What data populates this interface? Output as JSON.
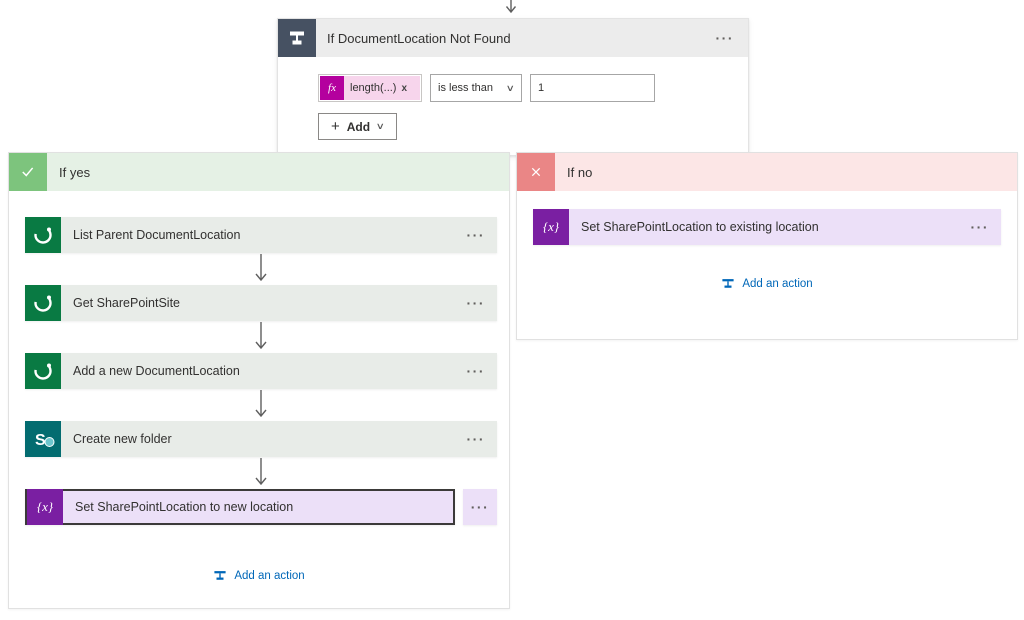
{
  "condition": {
    "title": "If DocumentLocation Not Found",
    "token": {
      "fx": "fx",
      "label": "length(...)",
      "remove": "x"
    },
    "operator": "is less than",
    "value": "1",
    "add_button": {
      "plus": "+",
      "label": "Add",
      "chevron": "∨"
    }
  },
  "yes_branch": {
    "label": "If yes",
    "check": "✓",
    "actions": [
      {
        "label": "List Parent DocumentLocation",
        "icon": "dataverse-icon"
      },
      {
        "label": "Get SharePointSite",
        "icon": "dataverse-icon"
      },
      {
        "label": "Add a new DocumentLocation",
        "icon": "dataverse-icon"
      },
      {
        "label": "Create new folder",
        "icon": "sharepoint-icon"
      },
      {
        "label": "Set SharePointLocation to new location",
        "icon": "variable-icon",
        "selected": true
      }
    ],
    "add_action": "Add an action"
  },
  "no_branch": {
    "label": "If no",
    "close": "✕",
    "actions": [
      {
        "label": "Set SharePointLocation to existing location",
        "icon": "variable-icon"
      }
    ],
    "add_action": "Add an action"
  },
  "ui": {
    "more": "···",
    "dropdown_chevron": "∨",
    "sharepoint_letter": "S",
    "variable_glyph": "{x}"
  },
  "colors": {
    "dataverse_green": "#097a43",
    "sharepoint_teal": "#036c70",
    "variable_purple": "#7a1fa2",
    "condition_slate": "#465162",
    "fx_magenta": "#b4009e",
    "token_pink": "#f7d5ec",
    "yes_header_green": "#e5f1e5",
    "yes_badge_green": "#7dc47d",
    "no_header_pink": "#fce6e6",
    "no_badge_red": "#ea8686",
    "card_green_bg": "#e8ece8",
    "card_purple_bg": "#ece0f8",
    "link_blue": "#0067b8"
  }
}
